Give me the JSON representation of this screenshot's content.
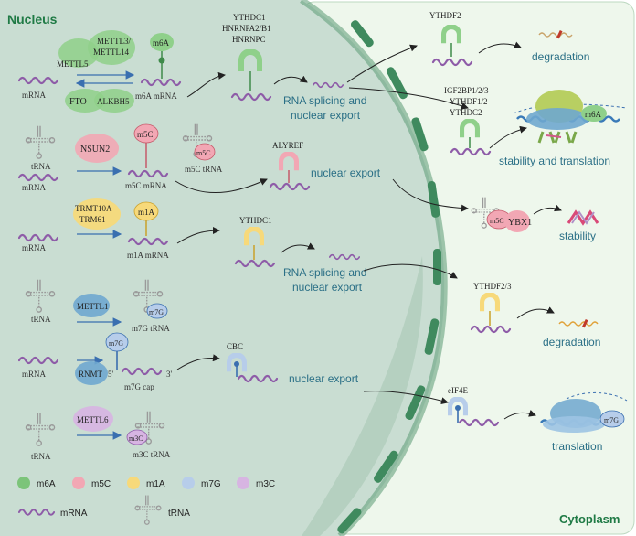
{
  "regions": {
    "nucleus": "Nucleus",
    "cytoplasm": "Cytoplasm"
  },
  "rows": {
    "m6a": {
      "writer1": "METTL3/",
      "writer2": "METTL14",
      "writer3": "METTL5",
      "eraser1": "FTO",
      "eraser2": "ALKBH5",
      "substrate": "mRNA",
      "badge": "m6A",
      "product": "m6A mRNA",
      "readers": [
        "YTHDC1",
        "HNRNPA2/B1",
        "HNRNPC"
      ],
      "process": [
        "RNA splicing and",
        "nuclear export"
      ],
      "cyto_reader1": "YTHDF2",
      "cyto_outcome1": "degradation",
      "cyto_readers2": [
        "IGF2BP1/2/3",
        "YTHDF1/2",
        "YTHDC2"
      ],
      "cyto_badge": "m6A",
      "cyto_outcome2": "stability and translation"
    },
    "m5c": {
      "substrate1": "tRNA",
      "substrate2": "mRNA",
      "writer": "NSUN2",
      "badge": "m5C",
      "product1": "m5C mRNA",
      "product2": "m5C tRNA",
      "reader": "ALYREF",
      "process": "nuclear export",
      "cyto_badge": "m5C",
      "cyto_reader": "YBX1",
      "cyto_outcome": "stability"
    },
    "m1a": {
      "substrate": "mRNA",
      "writer1": "TRMT10A",
      "writer2": "TRM61",
      "badge": "m1A",
      "product": "m1A mRNA",
      "reader": "YTHDC1",
      "process": [
        "RNA splicing and",
        "nuclear export"
      ],
      "cyto_reader": "YTHDF2/3",
      "cyto_outcome": "degradation"
    },
    "m7g_trna": {
      "substrate": "tRNA",
      "writer": "METTL1",
      "badge": "m7G",
      "product": "m7G tRNA"
    },
    "m7g_cap": {
      "substrate": "mRNA",
      "writer": "RNMT",
      "badge": "m7G",
      "end5": "5'",
      "end3": "3'",
      "product": "m7G cap",
      "reader": "CBC",
      "process": "nuclear export",
      "cyto_reader": "eIF4E",
      "cyto_badge": "m7G",
      "cyto_outcome": "translation"
    },
    "m3c": {
      "substrate": "tRNA",
      "writer": "METTL6",
      "badge": "m3C",
      "product": "m3C tRNA"
    }
  },
  "legend": {
    "items": [
      {
        "label": "m6A",
        "color": "#7cc47a"
      },
      {
        "label": "m5C",
        "color": "#f2a7b4"
      },
      {
        "label": "m1A",
        "color": "#f7d97a"
      },
      {
        "label": "m7G",
        "color": "#b7cdea"
      },
      {
        "label": "m3C",
        "color": "#d7b5e2"
      }
    ],
    "mrna": "mRNA",
    "trna": "tRNA"
  },
  "colors": {
    "nucleus_fill": "#c9ddd2",
    "nucleus_inner": "#b9d3c5",
    "cytoplasm_fill": "#eef7ec",
    "membrane": "#3f8a5e",
    "mrna": "#8e5ca8",
    "text_teal": "#2a6f86",
    "title_green": "#1f7a45",
    "arrow_blue": "#3a6fb0"
  }
}
